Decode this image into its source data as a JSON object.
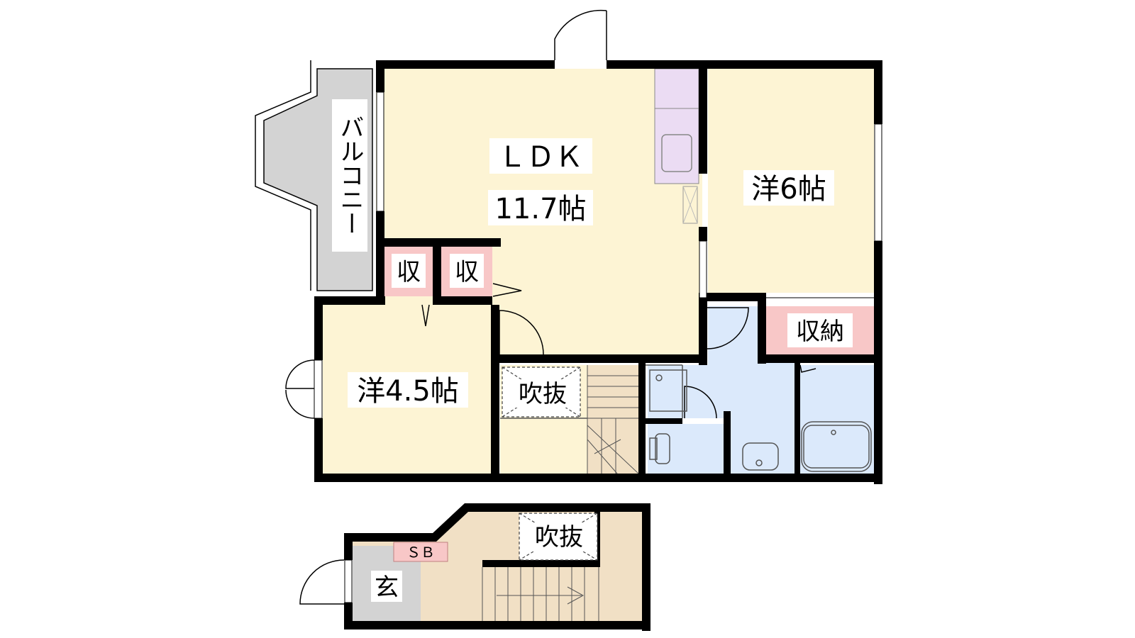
{
  "rooms": {
    "ldk_name": "ＬＤＫ",
    "ldk_size": "11.7帖",
    "western_6": "洋6帖",
    "western_45": "洋4.5帖",
    "balcony": "バルコニー",
    "storage_1": "収",
    "storage_2": "収",
    "storage_large": "収納",
    "void_upper": "吹抜",
    "void_lower": "吹抜",
    "entrance": "玄",
    "shoe_box": "ＳＢ"
  },
  "colors": {
    "room": "#fdf4d4",
    "wet_area": "#dbe9fb",
    "storage": "#f8c7c7",
    "balcony": "#d3d3d3",
    "kitchen": "#ebdcf3",
    "lower_floor": "#f1e0c5",
    "wall": "#000000"
  }
}
